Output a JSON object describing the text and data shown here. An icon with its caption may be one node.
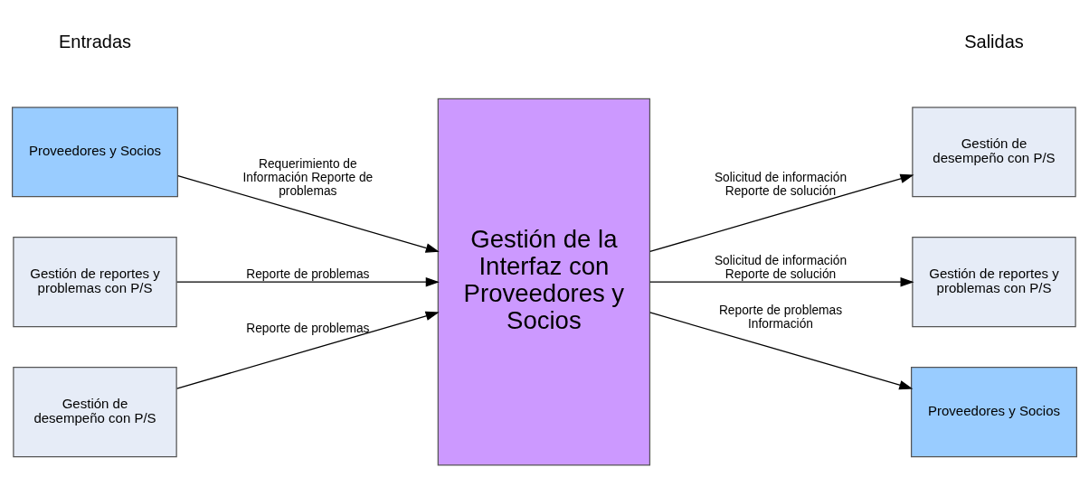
{
  "diagram": {
    "nodes": [
      {
        "text": [
          "Proveedores y Socios"
        ]
      },
      {
        "text": [
          "Gestión de reportes y problemas con P/S"
        ]
      },
      {
        "text": [
          "Gestión de desempeño con P/S"
        ]
      },
      {
        "text": [
          "Gestión de la Interfaz con Proveedores y Socios"
        ]
      },
      {
        "text": [
          "Gestión de desempeño con P/S"
        ]
      },
      {
        "text": [
          "Gestión de reportes y problemas con P/S"
        ]
      },
      {
        "text": [
          "Proveedores y Socios"
        ]
      }
    ],
    "edges": [
      {
        "from": 0,
        "to": 3,
        "arrow": "to",
        "label": "Requerimiento de Información Reporte de problemas"
      },
      {
        "from": 1,
        "to": 3,
        "arrow": "to",
        "label": "Reporte de problemas"
      },
      {
        "from": 2,
        "to": 3,
        "arrow": "to",
        "label": "Reporte de problemas"
      },
      {
        "from": 3,
        "to": 4,
        "arrow": "to",
        "label": "Solicitud de información Reporte de solución"
      },
      {
        "from": 3,
        "to": 5,
        "arrow": "to",
        "label": "Solicitud de información Reporte de solución"
      },
      {
        "from": 3,
        "to": 6,
        "arrow": "to",
        "label": "Reporte de problemas Información"
      }
    ],
    "labels": [
      "Entradas",
      "Salidas"
    ]
  }
}
